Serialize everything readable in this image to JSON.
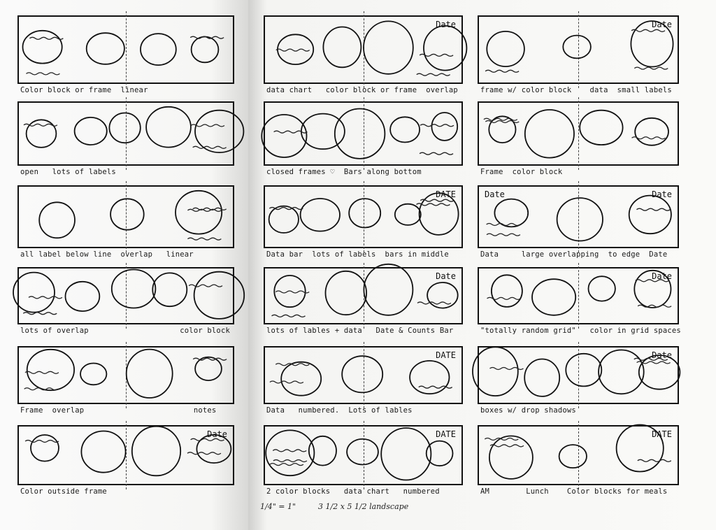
{
  "columns": [
    {
      "panels": [
        {
          "caption": "Color block or frame  linear",
          "labels": []
        },
        {
          "caption": "open   lots of labels",
          "labels": []
        },
        {
          "caption": "all label below line  overlap   linear",
          "labels": []
        },
        {
          "caption": "lots of overlap                    color block",
          "labels": []
        },
        {
          "caption": "Frame  overlap                        notes",
          "labels": []
        },
        {
          "caption": "Color outside frame",
          "labels": [
            "Date"
          ]
        }
      ]
    },
    {
      "panels": [
        {
          "caption": "data chart   color block or frame  overlap",
          "labels": [
            "Date"
          ]
        },
        {
          "caption": "closed frames ♡  Bars along bottom",
          "labels": []
        },
        {
          "caption": "Data bar  lots of labels  bars in middle",
          "labels": [
            "DATE"
          ]
        },
        {
          "caption": "lots of lables + data   Date & Counts Bar",
          "labels": [
            "Date"
          ]
        },
        {
          "caption": "Data   numbered.  Lots of lables",
          "labels": [
            "DATE"
          ]
        },
        {
          "caption": "2 color blocks   data chart   numbered",
          "labels": [
            "DATE"
          ]
        }
      ]
    },
    {
      "panels": [
        {
          "caption": "frame w/ color block    data  small labels",
          "labels": [
            "Date"
          ]
        },
        {
          "caption": "Frame  color block",
          "labels": []
        },
        {
          "caption": "Data     large overlapping  to edge  Date",
          "labels": [
            "Date",
            "Date"
          ]
        },
        {
          "caption": "\"totally random grid\"   color in grid spaces",
          "labels": [
            "Date"
          ]
        },
        {
          "caption": "boxes w/ drop shadows",
          "labels": [
            "Date"
          ]
        },
        {
          "caption": "AM        Lunch    Color blocks for meals",
          "labels": [
            "DATE"
          ]
        }
      ]
    }
  ],
  "footer": {
    "scale": "1/4\" = 1\"",
    "size": "3 1/2 x 5 1/2 landscape"
  }
}
